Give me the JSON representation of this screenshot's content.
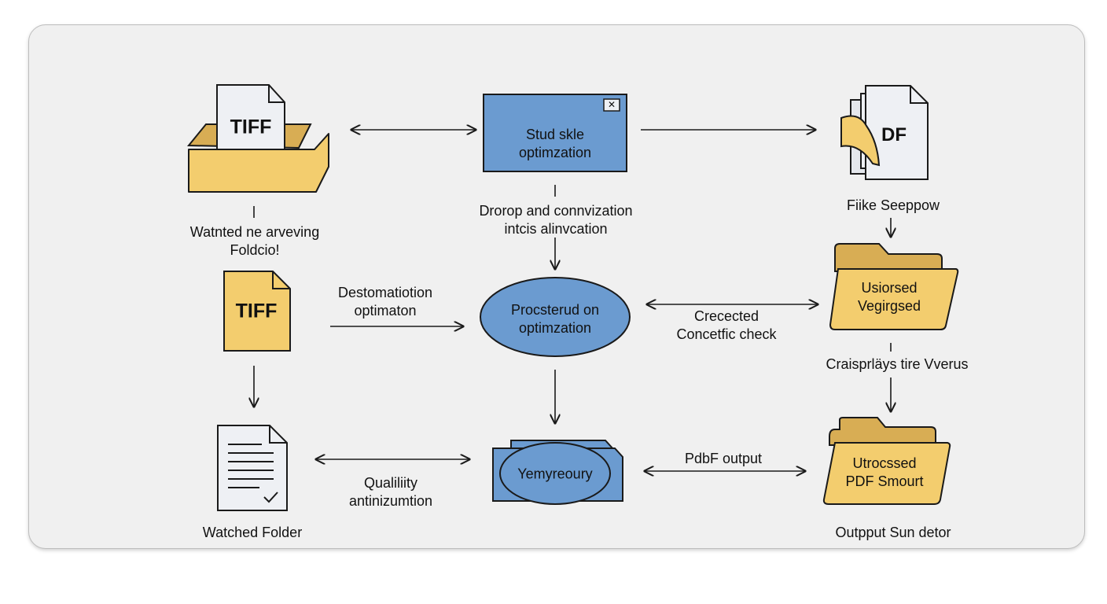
{
  "nodes": {
    "watched_input": {
      "file_tag": "TIFF",
      "label_line1": "Watnted ne arveving",
      "label_line2": "Foldcio!"
    },
    "tiff_file": {
      "file_tag": "TIFF"
    },
    "watched_folder": {
      "label": "Watched Folder"
    },
    "optimization_window": {
      "line1": "Stud skle",
      "line2": "optimzation",
      "close_glyph": "✕"
    },
    "processing_ellipse": {
      "line1": "Procsterud on",
      "line2": "optimzation"
    },
    "memory_node": {
      "line1": "Yemyreoury"
    },
    "pdf_file": {
      "file_tag": "DF",
      "label": "Fiike Seeppow"
    },
    "unsorted_folder": {
      "line1": "Usiorsed",
      "line2": "Vegirgsed"
    },
    "unprocessed_folder": {
      "line1": "Utrocssed",
      "line2": "PDF Smourt",
      "label": "Outpput Sun detor"
    }
  },
  "edge_labels": {
    "drop_conversion": {
      "line1": "Drorop and connvization",
      "line2": "intcis alinvcation"
    },
    "destination_optimization": {
      "line1": "Destomatiotion",
      "line2": "optimaton"
    },
    "connectivity_check": {
      "line1": "Crecected",
      "line2": "Concetfic check"
    },
    "quality_optimization": {
      "line1": "Qualiliity",
      "line2": "antinizumtion"
    },
    "pdf_output": {
      "line1": "PdbF output"
    },
    "crispness_versus": {
      "line1": "Craisprläys tire Vverus"
    }
  },
  "colors": {
    "folder_fill": "#f3cd6e",
    "folder_dark": "#d8ad54",
    "node_blue": "#6b9bd0",
    "outline": "#1a1a1a",
    "paper": "#eef0f4",
    "panel_bg": "#f0f0f0"
  }
}
